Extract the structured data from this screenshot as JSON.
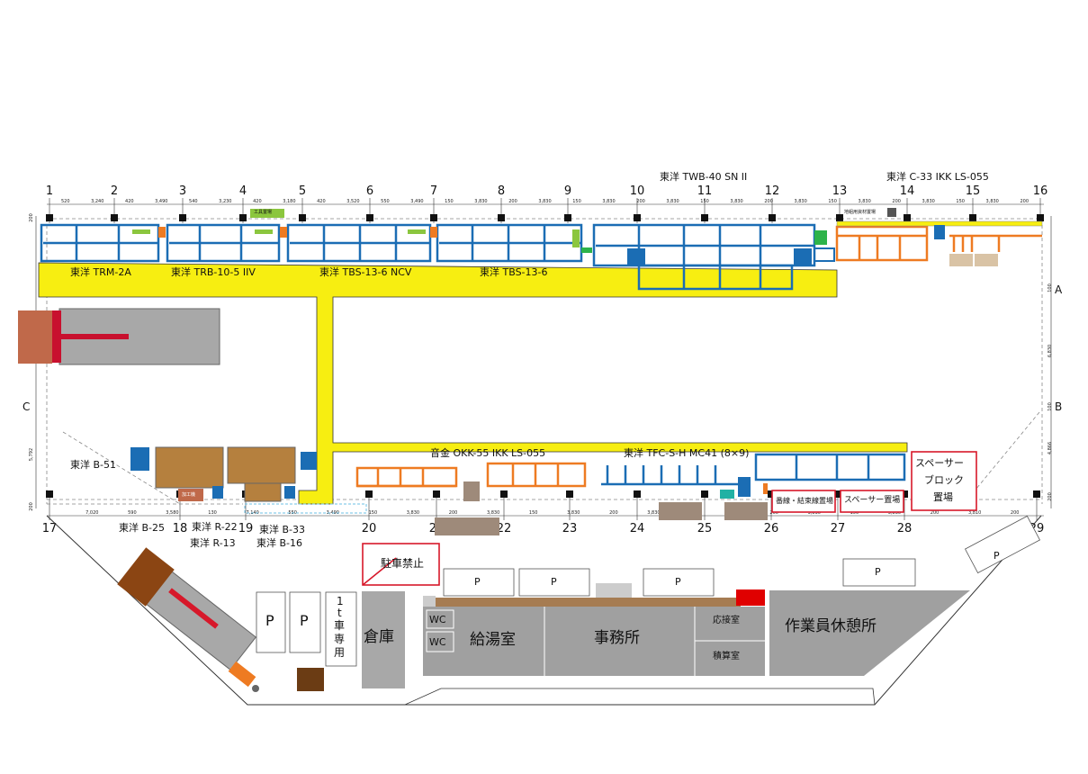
{
  "top_axis": {
    "labels": [
      "1",
      "2",
      "3",
      "4",
      "5",
      "6",
      "7",
      "8",
      "9",
      "10",
      "11",
      "12",
      "13",
      "14",
      "15",
      "16"
    ],
    "dims": [
      "520",
      "3,240",
      "420",
      "3,490",
      "540",
      "3,230",
      "420",
      "3,180",
      "420",
      "3,520",
      "550",
      "3,490",
      "150",
      "3,830",
      "200",
      "3,830",
      "150",
      "3,830",
      "200",
      "3,830",
      "150",
      "3,830",
      "200",
      "3,830",
      "150",
      "3,830",
      "200",
      "3,830",
      "150",
      "3,830",
      "200"
    ]
  },
  "bottom_axis": {
    "labels": [
      "17",
      "18",
      "19",
      "20",
      "21",
      "22",
      "23",
      "24",
      "25",
      "26",
      "27",
      "28",
      "29"
    ],
    "dims": [
      "7,020",
      "590",
      "3,580",
      "130",
      "7,140",
      "550",
      "3,490",
      "150",
      "3,830",
      "200",
      "3,830",
      "150",
      "3,830",
      "200",
      "3,830",
      "150",
      "3,830",
      "200",
      "3,830",
      "150",
      "3,830",
      "200",
      "3,810",
      "200"
    ]
  },
  "side_axis": {
    "left": [
      "C"
    ],
    "right": [
      "A",
      "B"
    ],
    "dims": [
      "200",
      "100",
      "6,830",
      "100",
      "4,866",
      "200",
      "5,792",
      "200"
    ]
  },
  "machines_top": [
    "東洋 TRM-2A",
    "東洋 TRB-10-5 IIV",
    "東洋 TBS-13-6 NCV",
    "東洋 TBS-13-6"
  ],
  "machines_top_header": [
    "東洋 TWB-40 SN II",
    "東洋 C-33  IKK LS-055"
  ],
  "machines_mid": [
    "音金 OKK-55  IKK LS-055",
    "東洋 TFC-S-H MC41 (8×9)"
  ],
  "machines_left": [
    "東洋 B-51",
    "東洋 B-25",
    "東洋 R-22",
    "東洋 R-13",
    "東洋 B-33",
    "東洋 B-16"
  ],
  "small_labels": {
    "tool_area": "工具置場",
    "ground_material": "地組用資材置場",
    "small_box": "加工機"
  },
  "areas": {
    "wire_area": "番線・結束線置場",
    "spacer_area": "スペーサー置場",
    "spacer_block": [
      "スペーサー",
      "ブロック",
      "置場"
    ],
    "no_parking": "駐車禁止"
  },
  "parking": [
    "P",
    "P",
    "P",
    "P",
    "P",
    "P",
    "P"
  ],
  "truck_only": [
    "1",
    "t",
    "車",
    "専",
    "用"
  ],
  "buildings": {
    "warehouse": "倉庫",
    "wc1": "WC",
    "wc2": "WC",
    "kitchen": "給湯室",
    "office": "事務所",
    "reception": "応接室",
    "accounting": "積算室",
    "rest": "作業員休憩所"
  },
  "colors": {
    "yellow": "#f7ee11",
    "blue": "#1b6db4",
    "orange": "#ee7b22",
    "brown": "#b5803e",
    "grey": "#a0a0a0",
    "red": "#d7182a"
  }
}
